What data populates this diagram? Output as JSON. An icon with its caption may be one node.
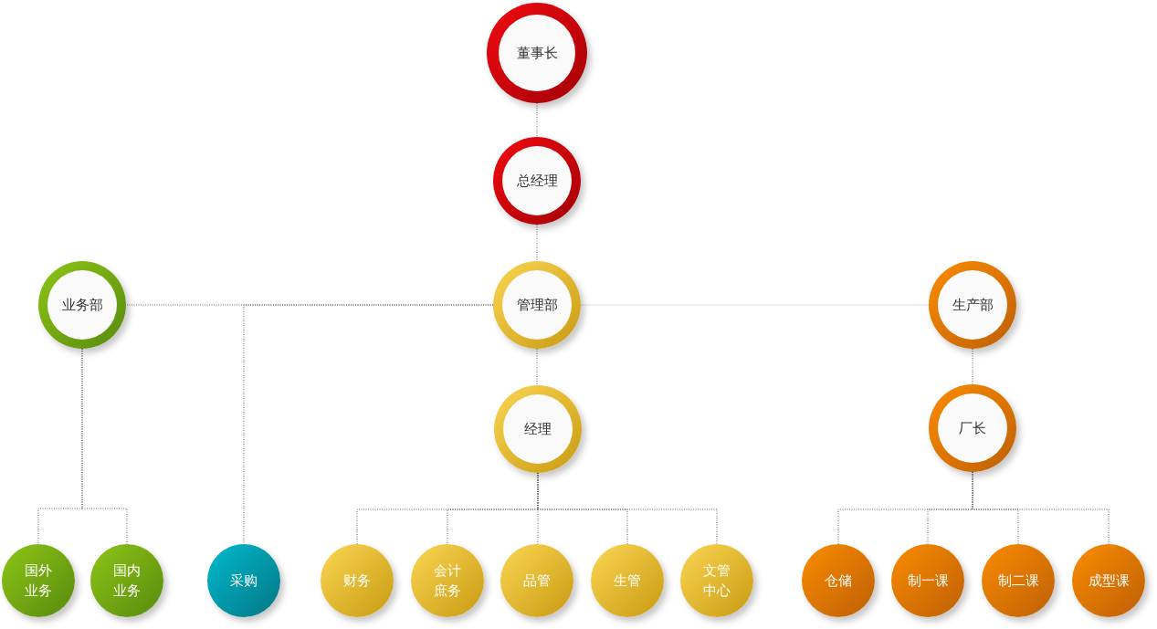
{
  "diagram": {
    "nodes": [
      {
        "text": [
          "董事长"
        ]
      },
      {
        "text": [
          "总经理"
        ]
      },
      {
        "text": [
          "业务部"
        ]
      },
      {
        "text": [
          "管理部"
        ]
      },
      {
        "text": [
          "生产部"
        ]
      },
      {
        "text": [
          "经理"
        ]
      },
      {
        "text": [
          "厂长"
        ]
      },
      {
        "text": [
          "国外业务"
        ]
      },
      {
        "text": [
          "国内业务"
        ]
      },
      {
        "text": [
          "采购"
        ]
      },
      {
        "text": [
          "财务"
        ]
      },
      {
        "text": [
          "会计庶务"
        ]
      },
      {
        "text": [
          "品管"
        ]
      },
      {
        "text": [
          "生管"
        ]
      },
      {
        "text": [
          "文管中心"
        ]
      },
      {
        "text": [
          "仓储"
        ]
      },
      {
        "text": [
          "制一课"
        ]
      },
      {
        "text": [
          "制二课"
        ]
      },
      {
        "text": [
          "成型课"
        ]
      }
    ],
    "edges": [
      {
        "from": 0,
        "to": 1,
        "arrow": "none",
        "style": "dashed"
      },
      {
        "from": 1,
        "to": 3,
        "arrow": "none",
        "style": "dashed"
      },
      {
        "from": 3,
        "to": 2,
        "arrow": "none",
        "style": "dashed"
      },
      {
        "from": 3,
        "to": 9,
        "arrow": "none",
        "style": "dashed"
      },
      {
        "from": 3,
        "to": 4,
        "arrow": "none",
        "color": "#dddddd"
      },
      {
        "from": 3,
        "to": 5,
        "arrow": "none",
        "style": "dashed"
      },
      {
        "from": 4,
        "to": 6,
        "arrow": "none",
        "style": "dashed"
      },
      {
        "from": 2,
        "to": 7,
        "arrow": "none",
        "style": "dashed"
      },
      {
        "from": 2,
        "to": 8,
        "arrow": "none",
        "style": "dashed"
      },
      {
        "from": 5,
        "to": 10,
        "arrow": "none",
        "style": "dashed"
      },
      {
        "from": 5,
        "to": 11,
        "arrow": "none",
        "style": "dashed"
      },
      {
        "from": 5,
        "to": 12,
        "arrow": "none",
        "style": "dashed"
      },
      {
        "from": 5,
        "to": 13,
        "arrow": "none",
        "style": "dashed"
      },
      {
        "from": 5,
        "to": 14,
        "arrow": "none",
        "style": "dashed"
      },
      {
        "from": 6,
        "to": 15,
        "arrow": "none",
        "style": "dashed"
      },
      {
        "from": 6,
        "to": 16,
        "arrow": "none",
        "style": "dashed"
      },
      {
        "from": 6,
        "to": 17,
        "arrow": "none",
        "style": "dashed"
      },
      {
        "from": 6,
        "to": 18,
        "arrow": "none",
        "style": "dashed"
      }
    ]
  }
}
